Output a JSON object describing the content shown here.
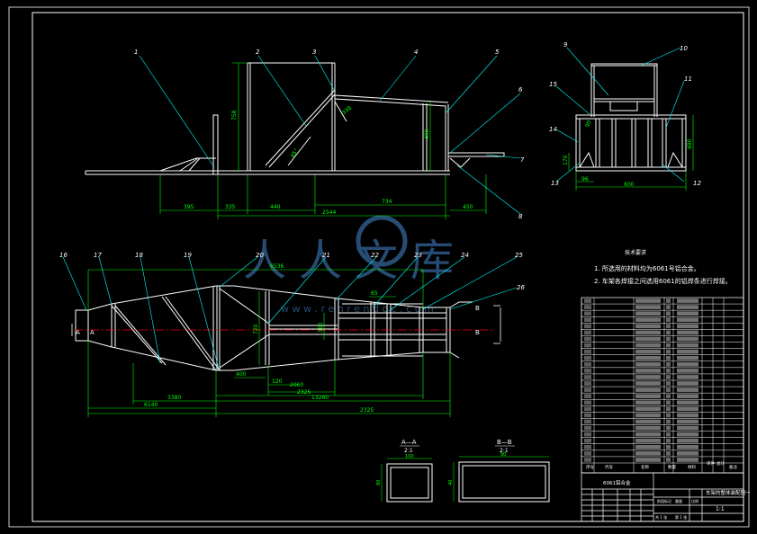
{
  "colors": {
    "background": "#000000",
    "outline": "#ffffff",
    "dimension": "#00ff00",
    "leader": "#00ffff",
    "centerline": "#ff0000",
    "watermark": "#2e5a88",
    "table": "#ffffff"
  },
  "balloons": [
    "1",
    "2",
    "3",
    "4",
    "5",
    "6",
    "7",
    "8",
    "9",
    "10",
    "11",
    "12",
    "13",
    "14",
    "15",
    "16",
    "17",
    "18",
    "19",
    "20",
    "21",
    "22",
    "23",
    "24",
    "25",
    "26"
  ],
  "dims_front": {
    "d_395": "395",
    "d_335": "335",
    "d_440": "440",
    "d_2544": "2544",
    "d_734": "734",
    "d_338": "338",
    "d_758": "758",
    "d_490": "490",
    "d_450": "450",
    "d_457": "45°"
  },
  "dims_end": {
    "d_600": "600",
    "d_96": "96",
    "d_170": "170",
    "d_480": "480",
    "d_90": "90"
  },
  "dims_plan": {
    "d_3380": "3380",
    "d_6140": "6140",
    "d_13260": "13260",
    "d_6536": "6536",
    "d_2325": "2325",
    "d_2060": "2060",
    "d_400": "400",
    "d_120": "120",
    "d_720": "720",
    "d_2325b": "2325",
    "d_300": "300",
    "d_65": "65"
  },
  "section_marks": {
    "a_left": "A",
    "a_right": "A",
    "b_top": "B",
    "b_bottom": "B"
  },
  "sections": {
    "aa_title": "A—A",
    "aa_scale": "2:1",
    "aa_width": "100",
    "aa_height": "80",
    "bb_title": "B—B",
    "bb_scale": "2:1",
    "bb_width": "90",
    "bb_height": "40"
  },
  "notes": {
    "heading": "技术要求",
    "line1": "1. 所选用的材料均为6061号铝合金。",
    "line2": "2. 车架各焊接之间选用6061的铝焊条进行焊接。"
  },
  "parts_table": {
    "row_count": 26,
    "header": {
      "seq": "序号",
      "code": "代号",
      "name": "名称",
      "qty": "数量",
      "material": "材料",
      "mass": "单件",
      "total": "总计",
      "note": "备注"
    }
  },
  "title_block": {
    "material": "6061铝合金",
    "drawing_name": "车架的整体装配图一",
    "sheet_no": "1:1",
    "sheet_count": "共 1 张",
    "sheet_index": "第 1 张",
    "scale_label": "比例",
    "weight_label": "重量",
    "mark_label": "阶段标记"
  },
  "watermark": {
    "text": "人人文库",
    "url": "w w w . r e n r e n d o c . c o m"
  }
}
